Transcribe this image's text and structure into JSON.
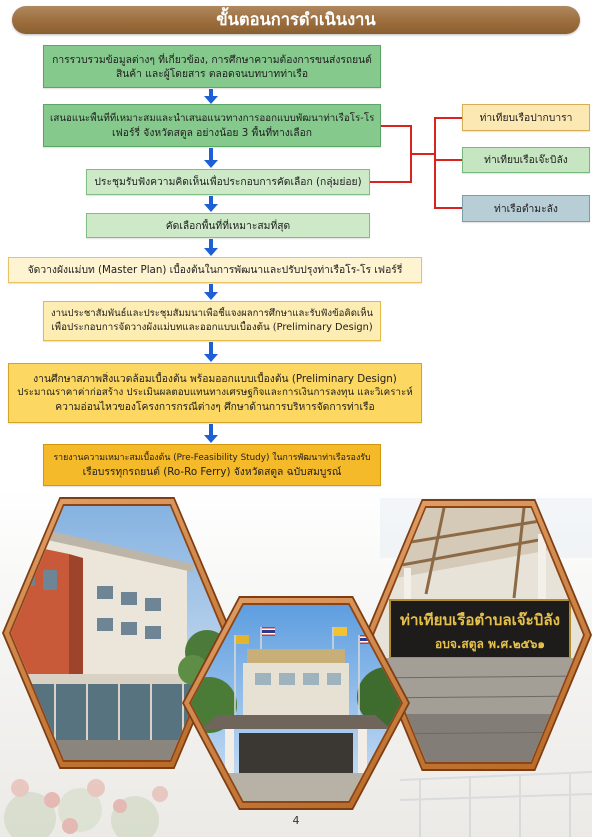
{
  "header": {
    "title": "ขั้นตอนการดำเนินงาน"
  },
  "flow": {
    "steps": [
      {
        "lines": [
          "การรวบรวมข้อมูลต่างๆ ที่เกี่ยวข้อง, การศึกษาความต้องการขนส่งรถยนต์",
          "สินค้า และผู้โดยสาร ตลอดจนบทบาทท่าเรือ"
        ]
      },
      {
        "lines": [
          "เสนอแนะพื้นที่ที่เหมาะสมและนำเสนอแนวทางการออกแบบพัฒนาท่าเรือโร-โร",
          "เฟอร์รี่ จังหวัดสตูล อย่างน้อย 3 พื้นที่ทางเลือก"
        ]
      },
      {
        "lines": [
          "ประชุมรับฟังความคิดเห็นเพื่อประกอบการคัดเลือก (กลุ่มย่อย)"
        ]
      },
      {
        "lines": [
          "คัดเลือกพื้นที่ที่เหมาะสมที่สุด"
        ]
      },
      {
        "lines": [
          "จัดวางผังแม่บท (Master Plan) เบื้องต้นในการพัฒนาและปรับปรุงท่าเรือโร-โร เฟอร์รี่"
        ]
      },
      {
        "lines": [
          "งานประชาสัมพันธ์และประชุมสัมมนาเพื่อชี้แจงผลการศึกษาและรับฟังข้อคิดเห็น",
          "เพื่อประกอบการจัดวางผังแม่บทและออกแบบเบื้องต้น (Preliminary Design)"
        ]
      },
      {
        "lines": [
          "งานศึกษาสภาพสิ่งแวดล้อมเบื้องต้น พร้อมออกแบบเบื้องต้น (Preliminary Design)",
          "ประมาณราคาค่าก่อสร้าง ประเมินผลตอบแทนทางเศรษฐกิจและการเงินการลงทุน และวิเคราะห์",
          "ความอ่อนไหวของโครงการกรณีต่างๆ ศึกษาด้านการบริหารจัดการท่าเรือ"
        ]
      },
      {
        "lines": [
          "รายงานความเหมาะสมเบื้องต้น (Pre-Feasibility Study) ในการพัฒนาท่าเรือรองรับ",
          "เรือบรรทุกรถยนต์ (Ro-Ro Ferry) จังหวัดสตูล ฉบับสมบูรณ์"
        ]
      }
    ],
    "alternatives": [
      "ท่าเทียบเรือปากบารา",
      "ท่าเทียบเรือเจ๊ะบิลัง",
      "ท่าเรือตำมะลัง"
    ]
  },
  "photos": {
    "pier_sign": {
      "line1": "ท่าเทียบเรือตำบลเจ๊ะบิลัง",
      "line2": "อบจ.สตูล พ.ศ.๒๕๖๑"
    }
  },
  "page_number": "4",
  "colors": {
    "header_bg": "#9A6B38",
    "arrow": "#1F5FD6",
    "connector": "#D8231E",
    "step_green": "#86C98D",
    "step_light_green": "#CDE9C8",
    "step_cream": "#FEF4D2",
    "step_light_yellow": "#FDEDB2",
    "step_yellow": "#FCD862",
    "step_gold": "#F5BA2A",
    "option_yellow": "#FCE8B3",
    "option_green": "#C6E6C1",
    "option_blue": "#B8CED7",
    "hex_frame": "#D57A2C"
  }
}
